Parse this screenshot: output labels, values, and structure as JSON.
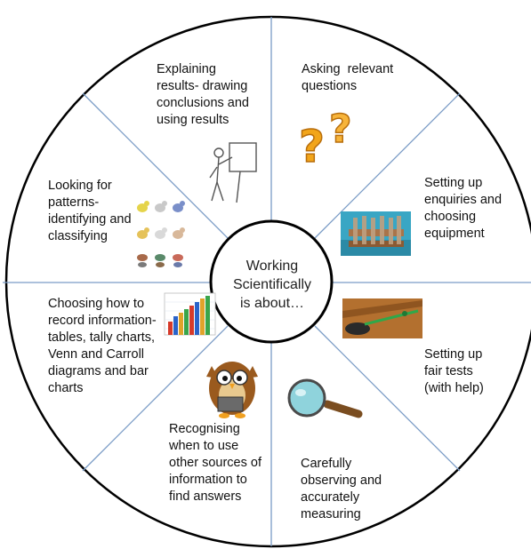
{
  "center": {
    "lines": [
      "Working",
      "Scientifically",
      "is about…"
    ]
  },
  "segments": [
    {
      "id": "explaining",
      "lines": [
        "Explaining",
        "results- drawing",
        "conclusions and",
        "using results"
      ],
      "icon": "teacher-pointing-board-icon"
    },
    {
      "id": "asking",
      "lines": [
        "Asking  relevant",
        "questions"
      ],
      "icon": "question-marks-icon"
    },
    {
      "id": "setting-up-enquiries",
      "lines": [
        "Setting up",
        "enquiries and",
        "choosing",
        "equipment"
      ],
      "icon": "test-tube-rack-icon"
    },
    {
      "id": "fair-tests",
      "lines": [
        "Setting up",
        "fair tests",
        "(with help)"
      ],
      "icon": "toy-car-ramp-icon"
    },
    {
      "id": "observing",
      "lines": [
        "Carefully",
        "observing and",
        "accurately",
        "measuring"
      ],
      "icon": "magnifying-glass-icon"
    },
    {
      "id": "sources",
      "lines": [
        "Recognising",
        "when to use",
        "other sources of",
        "information to",
        "find answers"
      ],
      "icon": "owl-reading-icon"
    },
    {
      "id": "recording",
      "lines": [
        "Choosing how to",
        "record information-",
        "tables, tally charts,",
        "Venn and Carroll",
        "diagrams and bar",
        "charts"
      ],
      "icon": "bar-chart-icon"
    },
    {
      "id": "patterns",
      "lines": [
        "Looking for",
        "patterns-",
        "identifying and",
        "classifying"
      ],
      "icon": "birds-grid-icon"
    }
  ],
  "colors": {
    "ring": "#000000",
    "dividers": "#7a9cc6",
    "question_mark": "#f2a51a"
  }
}
